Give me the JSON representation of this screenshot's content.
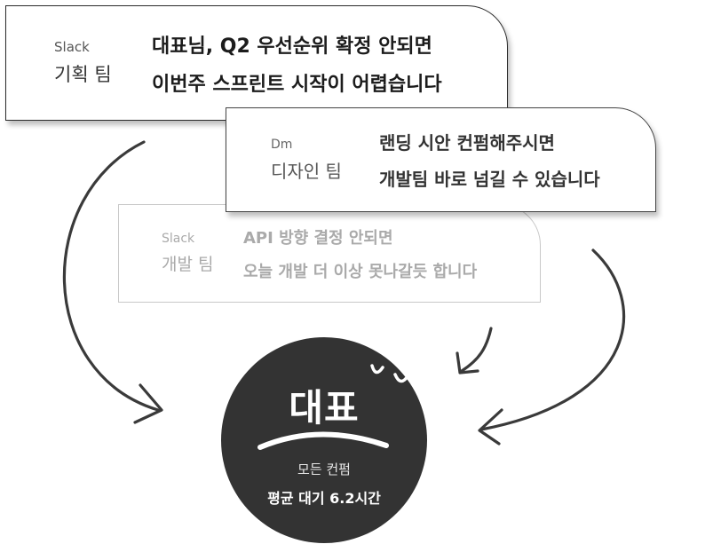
{
  "cards": {
    "planning": {
      "channel": "Slack",
      "team": "기획 팀",
      "lines": [
        "대표님, Q2 우선순위 확정 안되면",
        "이번주 스프린트 시작이 어렵습니다"
      ]
    },
    "design": {
      "channel": "Dm",
      "team": "디자인 팀",
      "lines": [
        "랜딩 시안 컨펌해주시면",
        "개발팀 바로 넘길 수 있습니다"
      ]
    },
    "dev": {
      "channel": "Slack",
      "team": "개발 팀",
      "lines": [
        "API 방향 결정 안되면",
        "오늘 개발 더 이상 못나갈듯 합니다"
      ]
    }
  },
  "ceo": {
    "title": "대표",
    "subtitle": "모든 컨펌",
    "stat": "평균 대기 6.2시간"
  },
  "colors": {
    "circle": "#333333",
    "arrow": "#3a3a3a"
  }
}
